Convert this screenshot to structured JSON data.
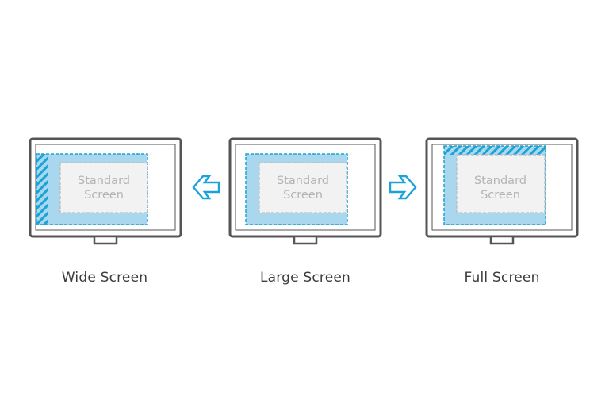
{
  "colors": {
    "frame": "#555555",
    "accent_blue": "#1ba3d6",
    "fill_blue": "#a8d7ee",
    "standard_fill": "#f2f2f2",
    "standard_dash": "#bdbdbd",
    "text_gray": "#b3b3b3",
    "caption_color": "#3c3c3c"
  },
  "standard_label": {
    "line1": "Standard",
    "line2": "Screen"
  },
  "monitors": [
    {
      "caption": "Wide Screen",
      "standard_label_line1": "Standard",
      "standard_label_line2": "Screen"
    },
    {
      "caption": "Large Screen",
      "standard_label_line1": "Standard",
      "standard_label_line2": "Screen"
    },
    {
      "caption": "Full Screen",
      "standard_label_line1": "Standard",
      "standard_label_line2": "Screen"
    }
  ],
  "arrows": [
    {
      "direction": "left",
      "icon": "arrow-left-icon"
    },
    {
      "direction": "right",
      "icon": "arrow-right-icon"
    }
  ]
}
